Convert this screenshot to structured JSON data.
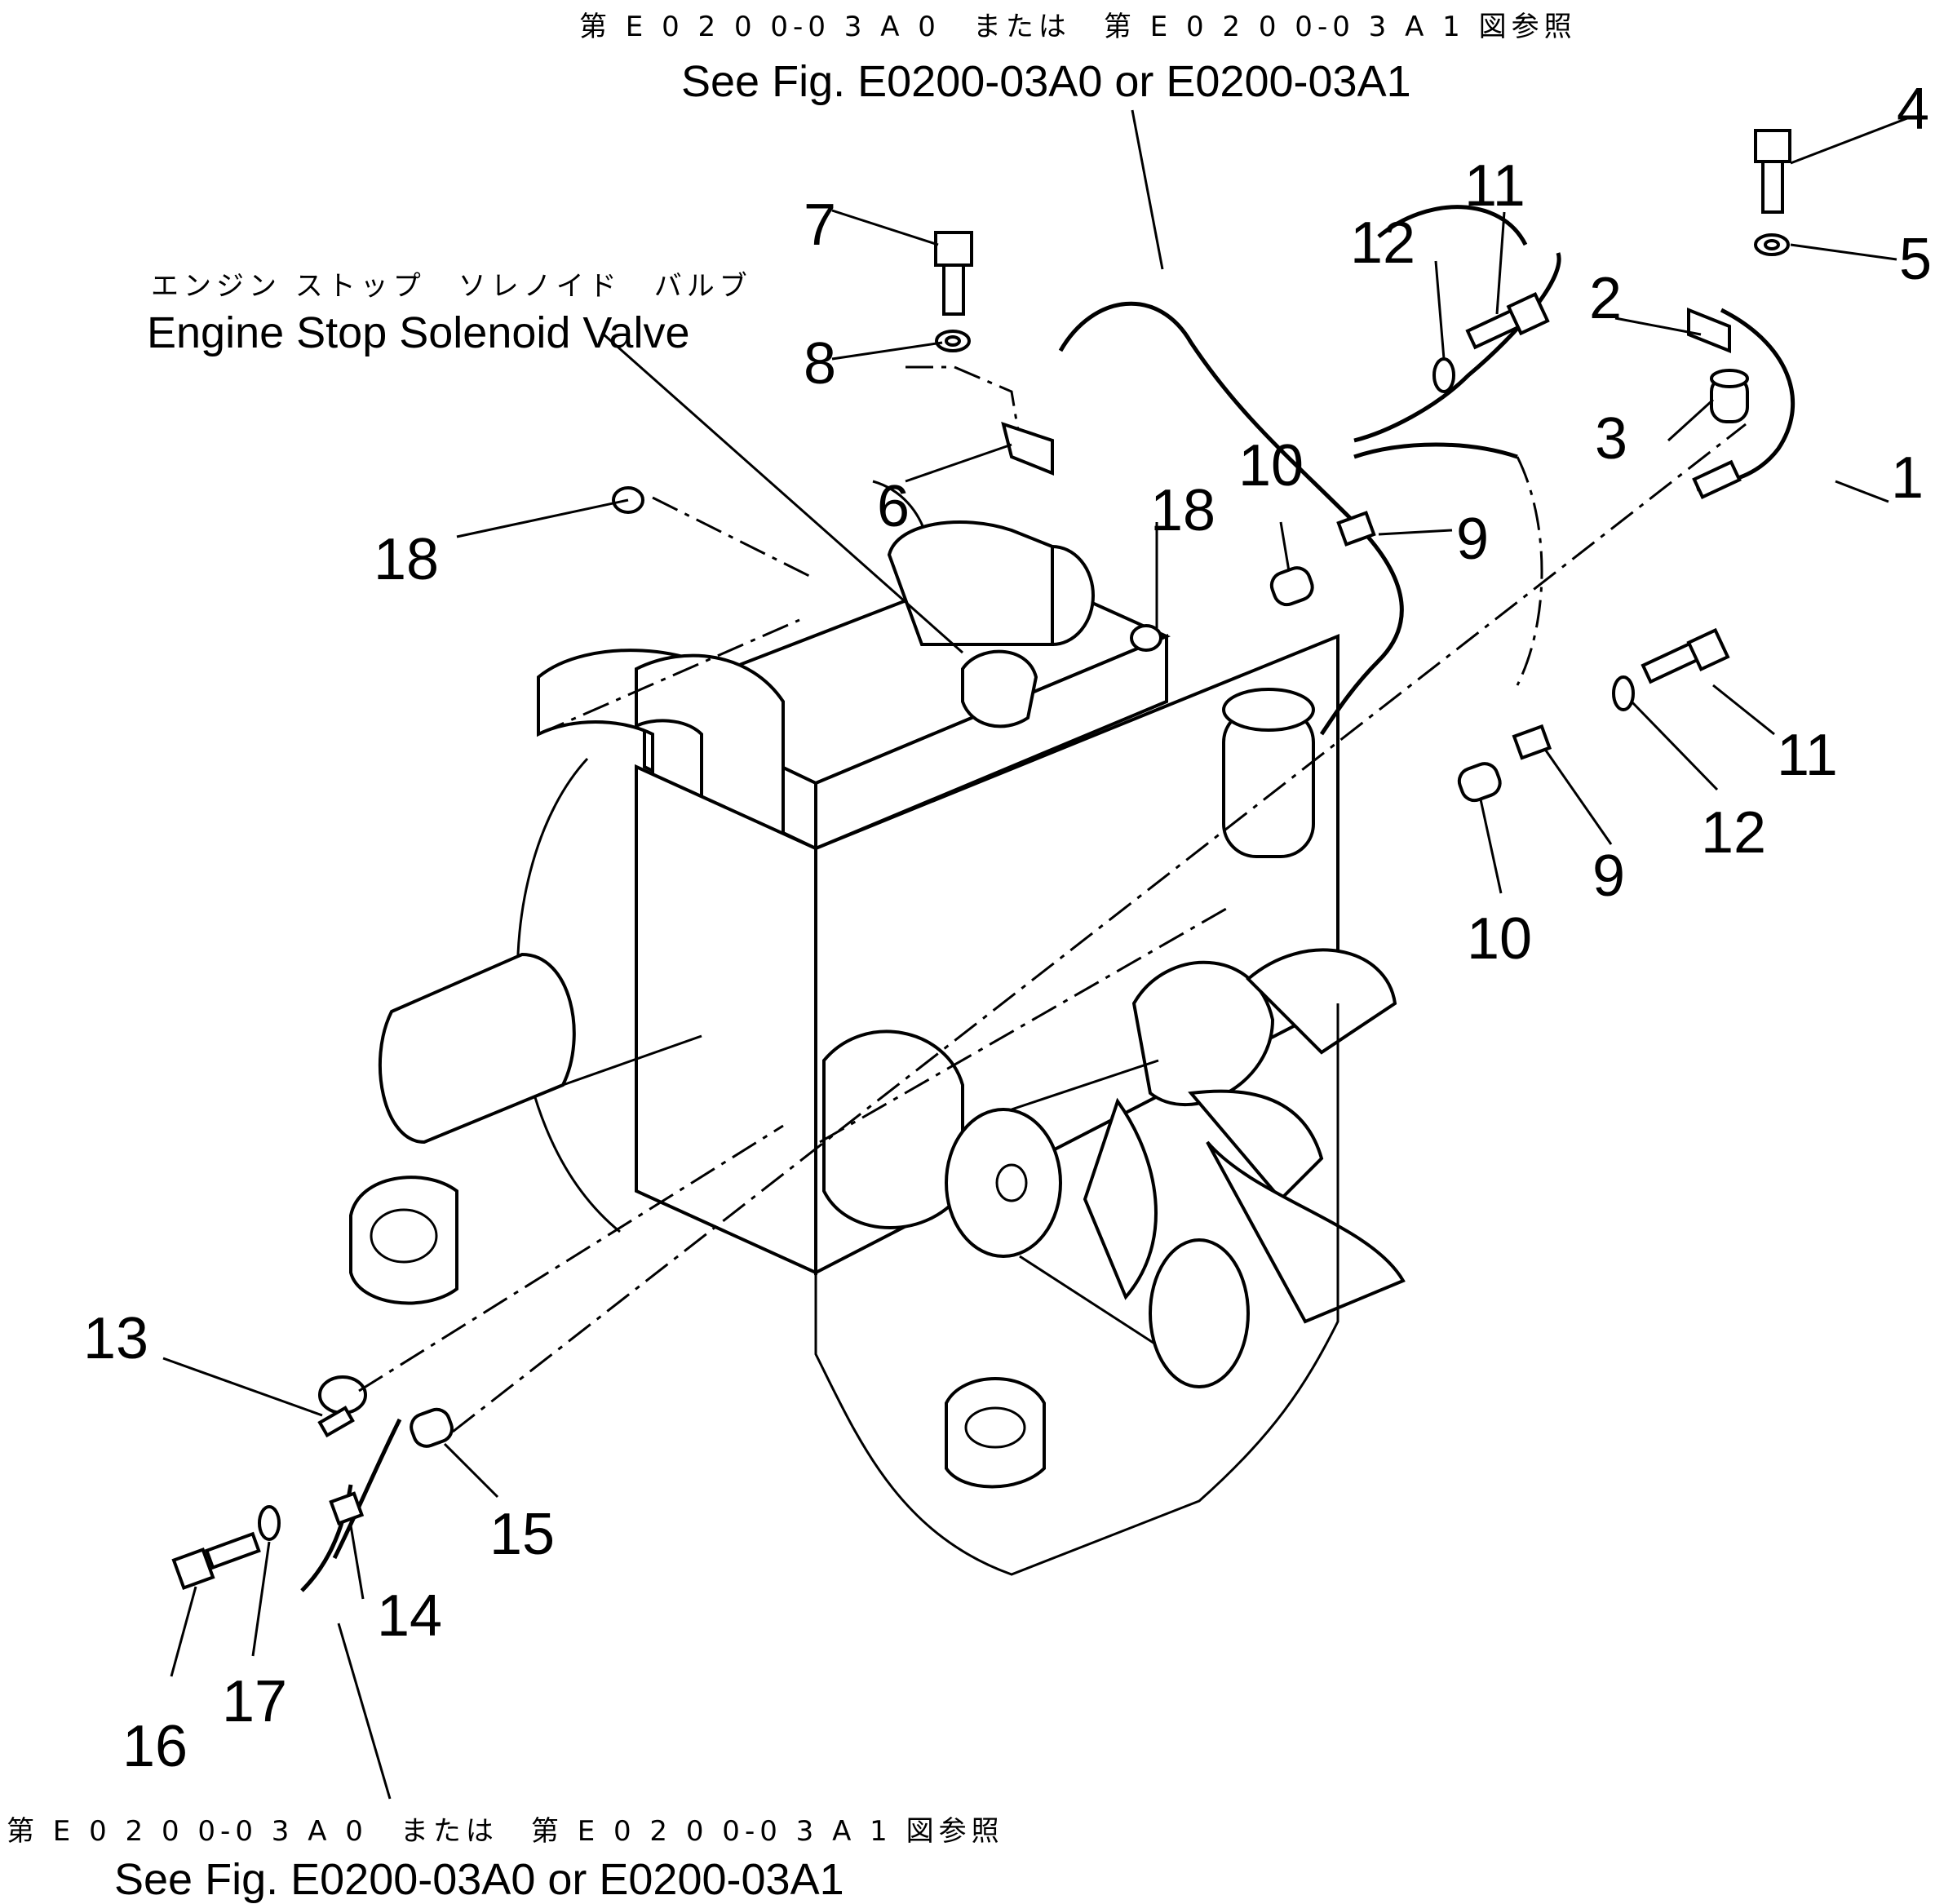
{
  "references": {
    "top_jp": "第 E 0 2 0 0-0 3 A 0　または　第 E 0 2 0 0-0 3 A 1 図参照",
    "top_en": "See Fig. E0200-03A0  or  E0200-03A1",
    "bottom_jp": "第 E 0 2 0 0-0 3 A 0　または　第 E 0 2 0 0-0 3 A 1 図参照",
    "bottom_en": "See Fig. E0200-03A0  or  E0200-03A1"
  },
  "component": {
    "jp": "エンジン ストップ　ソレノイド　バルブ",
    "en": "Engine Stop Solenoid Valve"
  },
  "callouts": {
    "c1": "1",
    "c2": "2",
    "c3": "3",
    "c4": "4",
    "c5": "5",
    "c6": "6",
    "c7": "7",
    "c8": "8",
    "c9a": "9",
    "c9b": "9",
    "c10a": "10",
    "c10b": "10",
    "c11a": "11",
    "c11b": "11",
    "c12a": "12",
    "c12b": "12",
    "c13": "13",
    "c14": "14",
    "c15": "15",
    "c16": "16",
    "c17": "17",
    "c18a": "18",
    "c18b": "18"
  }
}
